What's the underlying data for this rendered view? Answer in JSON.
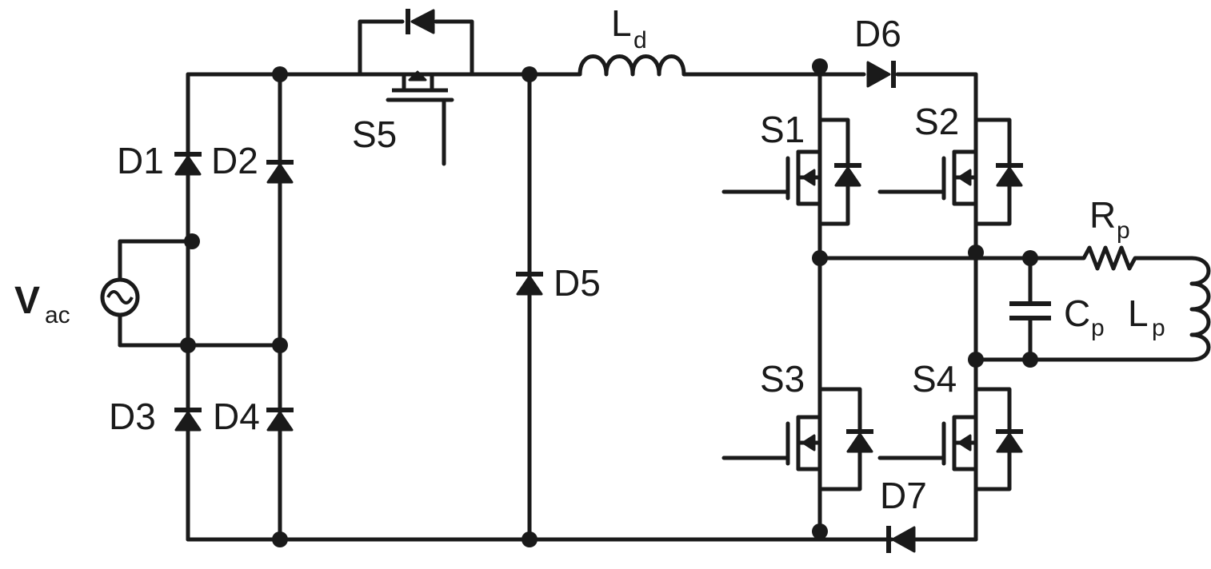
{
  "diagram": {
    "labels": {
      "vac": "V",
      "vac_sub": "ac",
      "d1": "D1",
      "d2": "D2",
      "d3": "D3",
      "d4": "D4",
      "d5": "D5",
      "d6": "D6",
      "d7": "D7",
      "s1": "S1",
      "s2": "S2",
      "s3": "S3",
      "s4": "S4",
      "s5": "S5",
      "ld": "L",
      "ld_sub": "d",
      "rp": "R",
      "rp_sub": "p",
      "cp": "C",
      "cp_sub": "p",
      "lp": "L",
      "lp_sub": "p"
    }
  }
}
